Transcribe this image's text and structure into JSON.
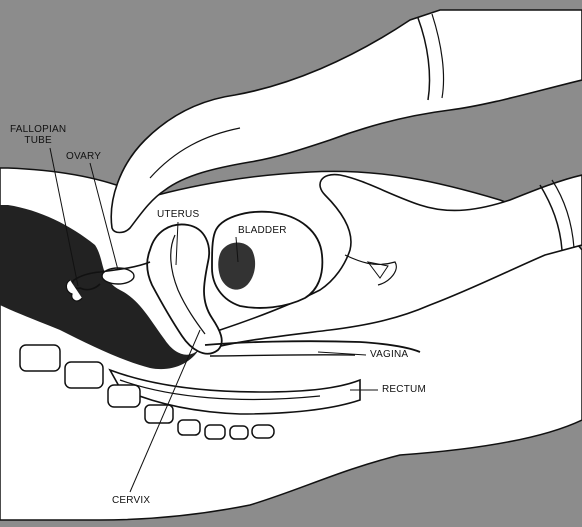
{
  "labels": {
    "fallopian_tube_line1": "FALLOPIAN",
    "fallopian_tube_line2": "TUBE",
    "ovary": "OVARY",
    "uterus": "UTERUS",
    "bladder": "BLADDER",
    "vagina": "VAGINA",
    "rectum": "RECTUM",
    "cervix": "CERVIX"
  },
  "colors": {
    "background": "#8c8c8c",
    "line": "#111111",
    "fill": "#ffffff",
    "shade": "#222222"
  }
}
